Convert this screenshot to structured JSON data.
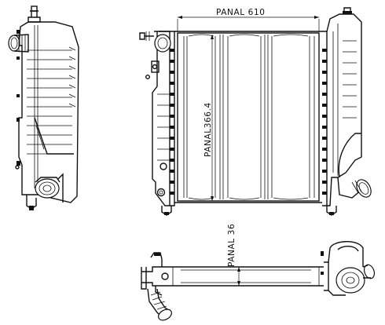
{
  "dimensions": {
    "width_label": "PANAL  610",
    "height_label": "PANAL366.4",
    "depth_label": "PANAL  36"
  }
}
